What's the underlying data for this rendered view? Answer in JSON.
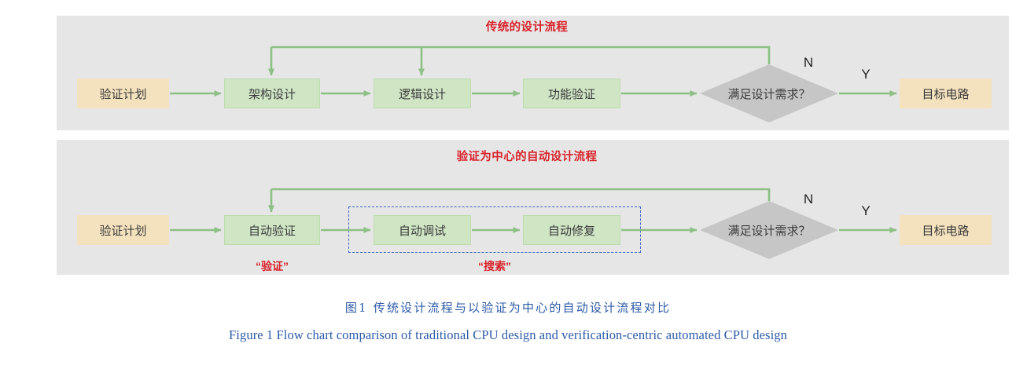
{
  "figure": {
    "caption_cn": "图1  传统设计流程与以验证为中心的自动设计流程对比",
    "caption_en": "Figure 1   Flow chart comparison of traditional CPU design and verification-centric automated CPU design"
  },
  "colors": {
    "panel_bg": "#e6e6e6",
    "terminal_fill": "#f4e2be",
    "process_fill": "#cfe5c4",
    "process_border": "#bcdcae",
    "decision_fill": "#c6c6c6",
    "arrow": "#8cc084",
    "title_red": "#d8222a",
    "group_dashed_blue": "#3b62c4",
    "caption_blue": "#2c5aa8"
  },
  "rows": {
    "traditional": {
      "title": "传统的设计流程",
      "nodes": {
        "start": "验证计划",
        "step1": "架构设计",
        "step2": "逻辑设计",
        "step3": "功能验证",
        "decision": "满足设计需求？",
        "end": "目标电路"
      },
      "branch_no": "N",
      "branch_yes": "Y"
    },
    "automated": {
      "title": "验证为中心的自动设计流程",
      "nodes": {
        "start": "验证计划",
        "step1": "自动验证",
        "step2": "自动调试",
        "step3": "自动修复",
        "decision": "满足设计需求？",
        "end": "目标电路"
      },
      "branch_no": "N",
      "branch_yes": "Y",
      "annotations": {
        "verify": "“验证”",
        "search": "“搜索”"
      }
    }
  }
}
